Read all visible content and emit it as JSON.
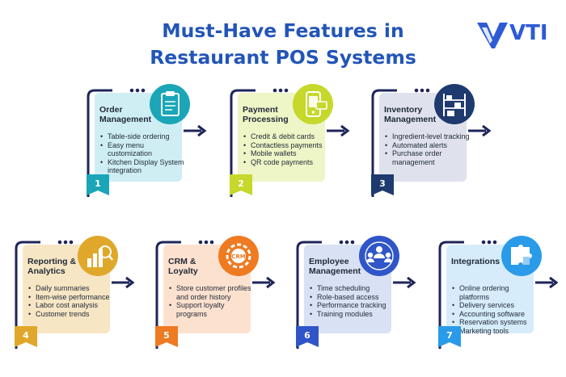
{
  "title": {
    "line1": "Must-Have Features in",
    "line2": "Restaurant POS Systems"
  },
  "logo": {
    "text": "VTI",
    "color": "#2d5bd6"
  },
  "colors": {
    "title": "#2255b8",
    "connector": "#1e2559"
  },
  "cards": [
    {
      "number": "1",
      "heading1": "Order",
      "heading2": "Management",
      "items": [
        "Table-side ordering",
        "Easy menu customization",
        "Kitchen Display System integration"
      ],
      "icon": "clipboard-order-icon",
      "panel_color": "#cfeef4",
      "accent_color": "#1aa6b7",
      "icon_color": "#1aa6b7"
    },
    {
      "number": "2",
      "heading1": "Payment",
      "heading2": "Processing",
      "items": [
        "Credit & debit cards",
        "Contactless payments",
        "Mobile wallets",
        "QR code payments"
      ],
      "icon": "payment-phone-icon",
      "panel_color": "#eef5c6",
      "accent_color": "#c5d82b",
      "icon_color": "#c5d82b"
    },
    {
      "number": "3",
      "heading1": "Inventory",
      "heading2": "Management",
      "items": [
        "Ingredient-level tracking",
        "Automated alerts",
        "Purchase order management"
      ],
      "icon": "warehouse-shelves-icon",
      "panel_color": "#dfe2ec",
      "accent_color": "#1e3a6e",
      "icon_color": "#1e3a6e"
    },
    {
      "number": "4",
      "heading1": "Reporting &",
      "heading2": "Analytics",
      "items": [
        "Daily summaries",
        "Item-wise performance",
        "Labor cost analysis",
        "Customer trends"
      ],
      "icon": "analytics-chart-icon",
      "panel_color": "#f7e6c4",
      "accent_color": "#e0a82a",
      "icon_color": "#e0a82a"
    },
    {
      "number": "5",
      "heading1": "CRM &",
      "heading2": "Loyalty",
      "items": [
        "Store customer profiles and order history",
        "Support loyalty programs"
      ],
      "icon": "crm-gear-icon",
      "panel_color": "#fde1cf",
      "accent_color": "#ee7a22",
      "icon_color": "#ee7a22"
    },
    {
      "number": "6",
      "heading1": "Employee",
      "heading2": "Management",
      "items": [
        "Time scheduling",
        "Role-based access",
        "Performance tracking",
        "Training modules"
      ],
      "icon": "team-people-icon",
      "panel_color": "#d9e1f4",
      "accent_color": "#2f55c8",
      "icon_color": "#2f55c8"
    },
    {
      "number": "7",
      "heading1": "Integrations",
      "heading2": "",
      "items": [
        "Online ordering platforms",
        "Delivery services",
        "Accounting software",
        "Reservation systems",
        "Marketing tools"
      ],
      "icon": "puzzle-pieces-icon",
      "panel_color": "#d6ecfb",
      "accent_color": "#2a9be8",
      "icon_color": "#2a9be8"
    }
  ]
}
